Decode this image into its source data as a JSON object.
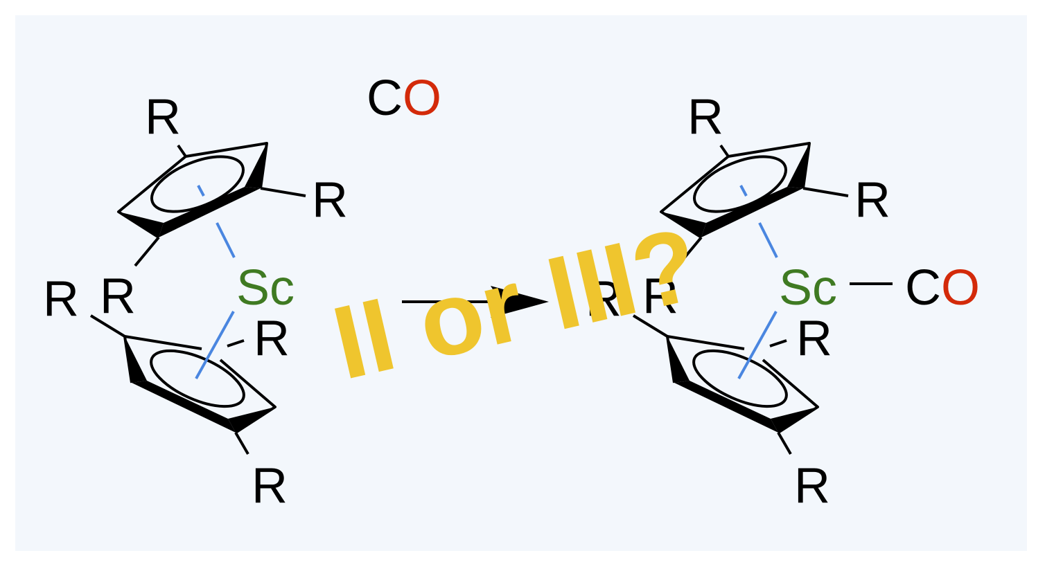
{
  "colors": {
    "panel_background": "#f3f7fc",
    "bond": "#000000",
    "metal": "#3f7a22",
    "oxygen": "#d32a0a",
    "hapto_bond": "#4a86e0",
    "watermark": "#efc52e"
  },
  "labels": {
    "substituent": "R",
    "metal": "Sc",
    "carbon": "C",
    "oxygen": "O"
  },
  "watermark": {
    "text": "II or III?"
  }
}
